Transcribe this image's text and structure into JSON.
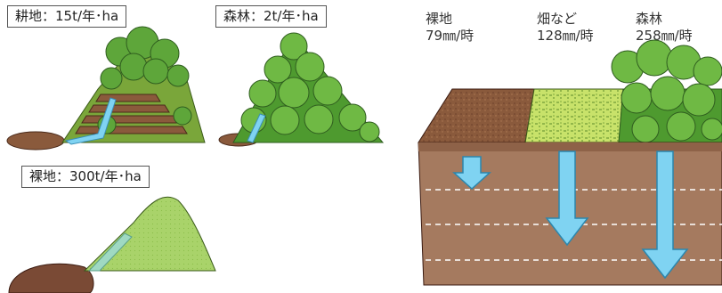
{
  "labels": {
    "farmland": "耕地：15t/年･ha",
    "forest": "森林：2t/年･ha",
    "bare": "裸地：300t/年･ha"
  },
  "infiltration": [
    {
      "name": "裸地",
      "rate": "79㎜/時"
    },
    {
      "name": "畑など",
      "rate": "128㎜/時"
    },
    {
      "name": "森林",
      "rate": "258㎜/時"
    }
  ],
  "colors": {
    "tree_light": "#7bc043",
    "tree_dark": "#2f7d1f",
    "soil": "#8a5a3c",
    "soil_dark": "#6b3f2a",
    "arrow": "#7fd3f2",
    "slope_green": "#a9d36a",
    "cross_section": "#9b6b50"
  }
}
